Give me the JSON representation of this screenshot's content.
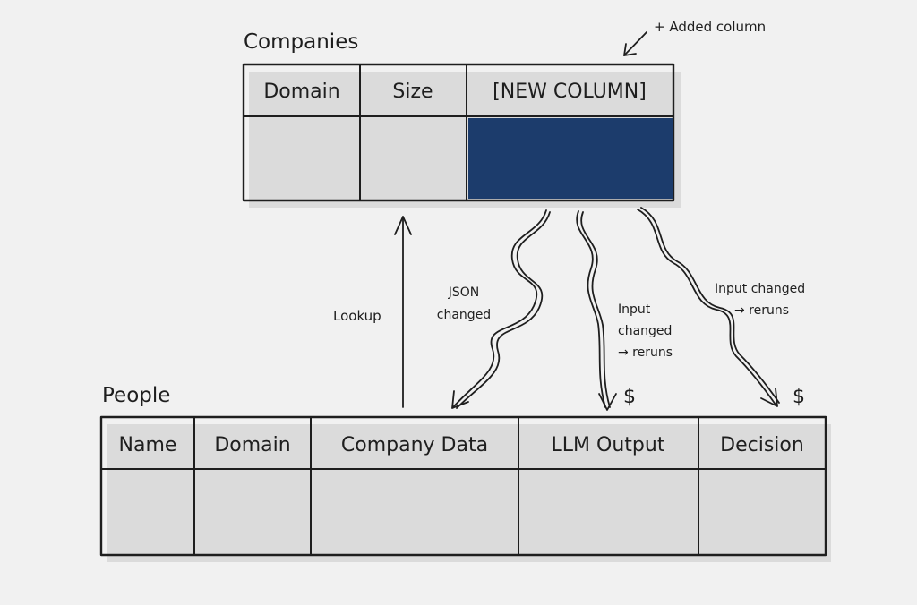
{
  "companies": {
    "title": "Companies",
    "columns": [
      "Domain",
      "Size",
      "[NEW COLUMN]"
    ],
    "highlight_color": "#1c3c6c"
  },
  "people": {
    "title": "People",
    "columns": [
      "Name",
      "Domain",
      "Company Data",
      "LLM Output",
      "Decision"
    ]
  },
  "annotations": {
    "added_column": "+ Added column",
    "lookup": "Lookup",
    "json_changed_1": "JSON",
    "json_changed_2": "changed",
    "input_changed_a_1": "Input",
    "input_changed_a_2": "changed",
    "input_changed_a_3": "→ reruns",
    "input_changed_b_1": "Input changed",
    "input_changed_b_2": "→ reruns",
    "cost_a": "$",
    "cost_b": "$"
  }
}
